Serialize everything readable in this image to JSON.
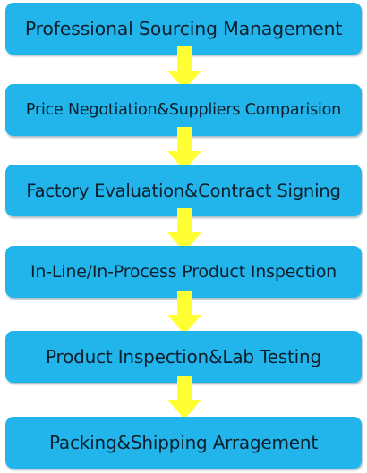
{
  "steps": [
    "Professional Sourcing Management",
    "Price Negotiation&Suppliers Comparision",
    "Factory Evaluation&Contract Signing",
    "In-Line/In-Process Product Inspection",
    "Product Inspection&Lab Testing",
    "Packing&Shipping Arragement"
  ],
  "colors": {
    "box": "#21b5ec",
    "arrow": "#ffff33",
    "text": "#0f1e2b"
  },
  "icons": {
    "connector": "arrow-down-icon"
  }
}
